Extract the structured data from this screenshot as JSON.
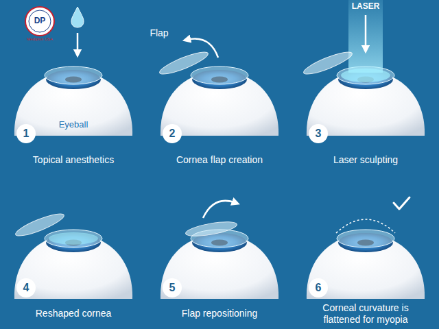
{
  "diagram": {
    "nodes": [
      {
        "text": [
          "1"
        ]
      },
      {
        "text": [
          "2"
        ]
      },
      {
        "text": [
          "3"
        ]
      },
      {
        "text": [
          "4"
        ]
      },
      {
        "text": [
          "5"
        ]
      },
      {
        "text": [
          "6"
        ]
      }
    ],
    "labels": [
      "DP",
      "Mediplus USA",
      "Flap",
      "LASER",
      "Eyeball",
      "Topical anesthetics",
      "Cornea flap creation",
      "Laser sculpting",
      "Reshaped cornea",
      "Flap repositioning",
      "Corneal curvature is flattened for myopia"
    ]
  }
}
